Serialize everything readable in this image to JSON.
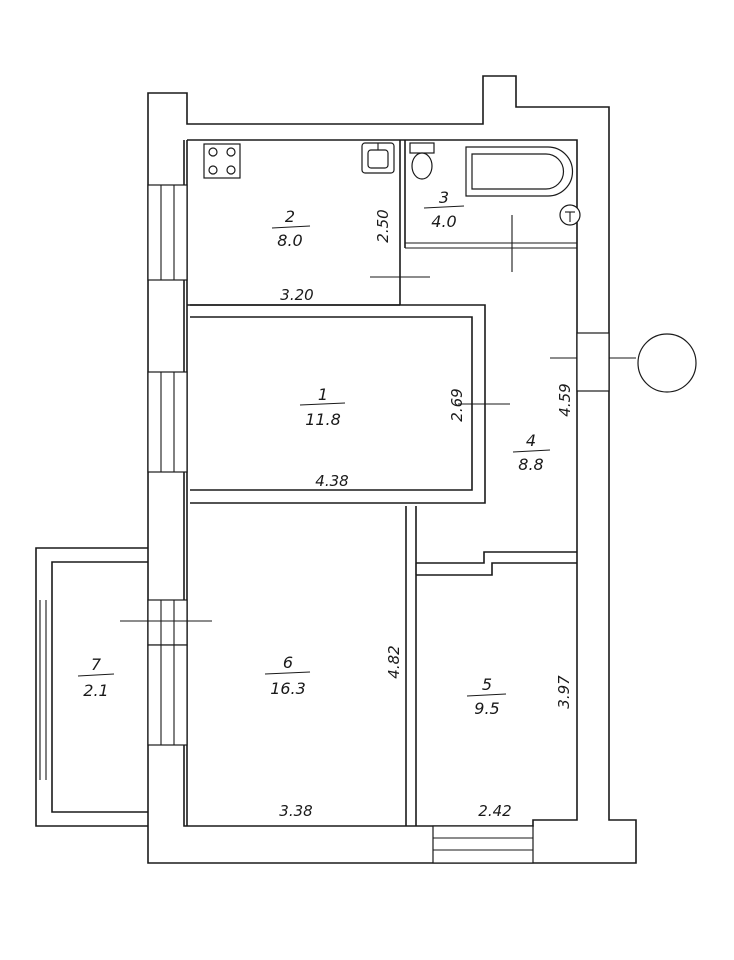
{
  "rooms": [
    {
      "id": "1",
      "number": "1",
      "area": "11.8"
    },
    {
      "id": "2",
      "number": "2",
      "area": "8.0"
    },
    {
      "id": "3",
      "number": "3",
      "area": "4.0"
    },
    {
      "id": "4",
      "number": "4",
      "area": "8.8"
    },
    {
      "id": "5",
      "number": "5",
      "area": "9.5"
    },
    {
      "id": "6",
      "number": "6",
      "area": "16.3"
    },
    {
      "id": "7",
      "number": "7",
      "area": "2.1"
    }
  ],
  "dimensions": {
    "kitchen_width": "3.20",
    "kitchen_depth": "2.50",
    "room1_width": "4.38",
    "room1_depth": "2.69",
    "hall_length": "4.59",
    "room6_depth": "4.82",
    "room6_width": "3.38",
    "room5_depth": "3.97",
    "room5_width": "2.42"
  }
}
